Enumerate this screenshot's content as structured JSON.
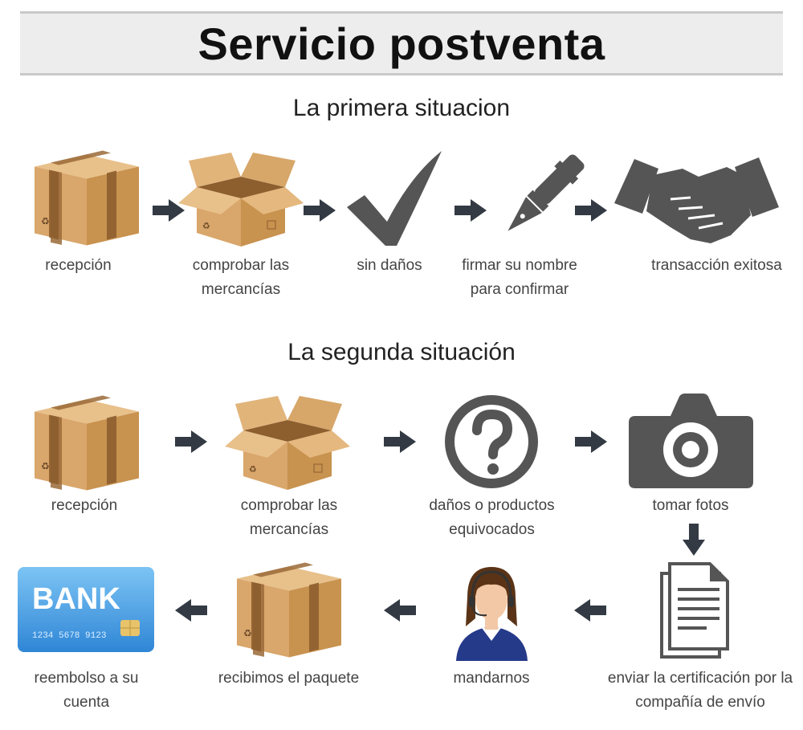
{
  "title": "Servicio postventa",
  "first_situation": {
    "heading": "La primera situacion",
    "steps": [
      {
        "icon": "closed-box-icon",
        "label": "recepción"
      },
      {
        "icon": "open-box-icon",
        "label": "comprobar las mercancías"
      },
      {
        "icon": "checkmark-icon",
        "label": "sin daños"
      },
      {
        "icon": "pen-icon",
        "label": "firmar su nombre para confirmar"
      },
      {
        "icon": "handshake-icon",
        "label": "transacción exitosa"
      }
    ]
  },
  "second_situation": {
    "heading": "La segunda situación",
    "steps": [
      {
        "icon": "closed-box-icon",
        "label": "recepción"
      },
      {
        "icon": "open-box-icon",
        "label": "comprobar las mercancías"
      },
      {
        "icon": "question-mark-icon",
        "label": "daños o productos equivocados"
      },
      {
        "icon": "camera-icon",
        "label": "tomar fotos"
      },
      {
        "icon": "document-icon",
        "label": "enviar la certificación por la compañía de envío"
      },
      {
        "icon": "support-agent-icon",
        "label": "mandarnos"
      },
      {
        "icon": "closed-box-icon",
        "label": "recibimos el paquete"
      },
      {
        "icon": "bank-card-icon",
        "label": "reembolso a su cuenta",
        "card_text": "BANK",
        "card_number": "1234 5678 9123"
      }
    ]
  },
  "colors": {
    "icon_gray": "#555555",
    "box_tan": "#d9a66b",
    "box_tape": "#9a6a37",
    "card_blue": "#4aa3e8"
  }
}
